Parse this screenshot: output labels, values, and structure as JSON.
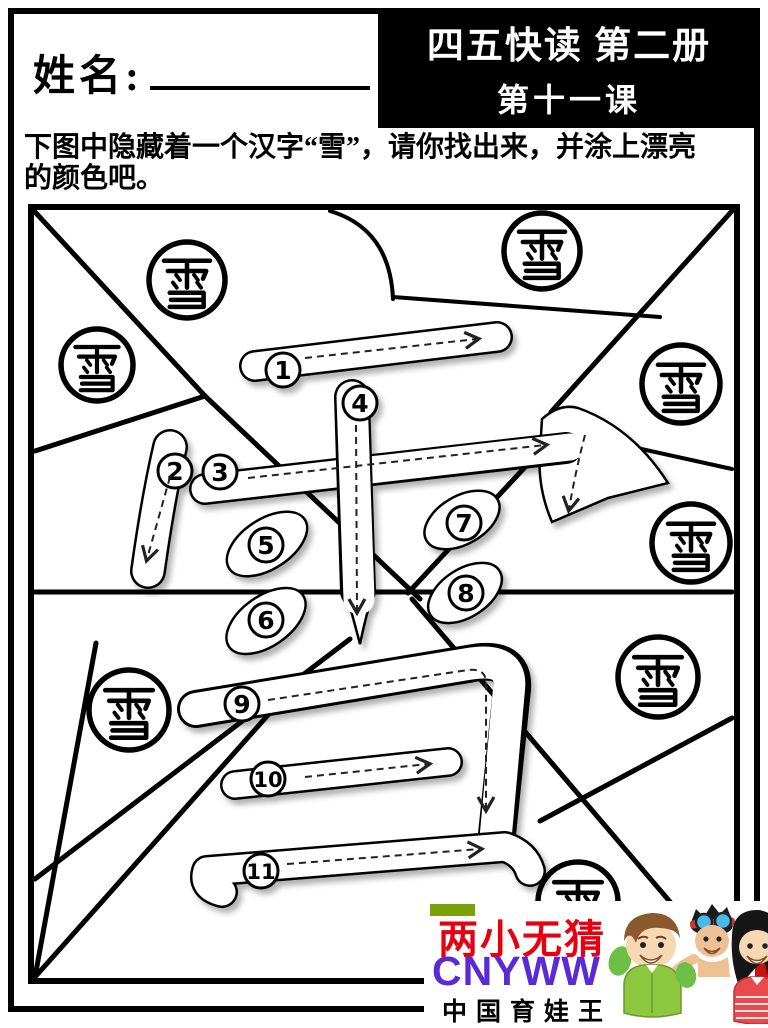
{
  "name_field": {
    "label": "姓名:"
  },
  "header": {
    "series": "四五快读 第二册",
    "lesson": "第十一课"
  },
  "instructions": {
    "line1": "下图中隐藏着一个汉字“雪”，请你找出来，并涂上漂亮",
    "line2": "的颜色吧。"
  },
  "puzzle": {
    "hidden_character": "雪",
    "region_character": "雪",
    "region_marker_count": 8,
    "stroke_count": 11,
    "strokes": [
      {
        "number": "1"
      },
      {
        "number": "2"
      },
      {
        "number": "3"
      },
      {
        "number": "4"
      },
      {
        "number": "5"
      },
      {
        "number": "6"
      },
      {
        "number": "7"
      },
      {
        "number": "8"
      },
      {
        "number": "9"
      },
      {
        "number": "10"
      },
      {
        "number": "11"
      }
    ]
  },
  "watermark": {
    "brand_cn": "两小无猜",
    "brand_en": "CNYWW",
    "brand_sub": "中国育娃王",
    "colors": {
      "brand_cn": "#e60012",
      "brand_en": "#5b2ad5",
      "accent_green": "#7aa00a",
      "accent_red": "#cc1111"
    }
  }
}
